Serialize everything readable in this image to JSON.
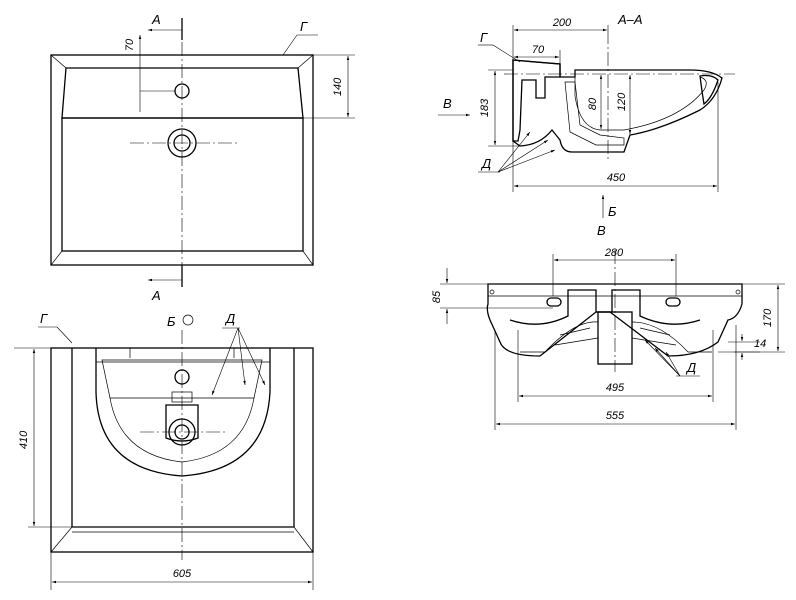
{
  "view_top": {
    "section_label_top": "А",
    "section_label_bottom": "А",
    "dim_70": "70",
    "dim_140": "140",
    "label_g": "Г"
  },
  "view_front": {
    "label_g": "Г",
    "label_d": "Д",
    "view_label": "Б",
    "dim_410": "410",
    "dim_605": "605"
  },
  "section_aa": {
    "title": "А–А",
    "label_g": "Г",
    "label_d": "Д",
    "label_v": "В",
    "dim_200": "200",
    "dim_70": "70",
    "dim_183": "183",
    "dim_80": "80",
    "dim_120": "120",
    "dim_450": "450"
  },
  "view_b": {
    "label_b": "Б",
    "label_v": "В",
    "label_d": "Д",
    "dim_280": "280",
    "dim_85": "85",
    "dim_170": "170",
    "dim_14": "14",
    "dim_495": "495",
    "dim_555": "555"
  }
}
